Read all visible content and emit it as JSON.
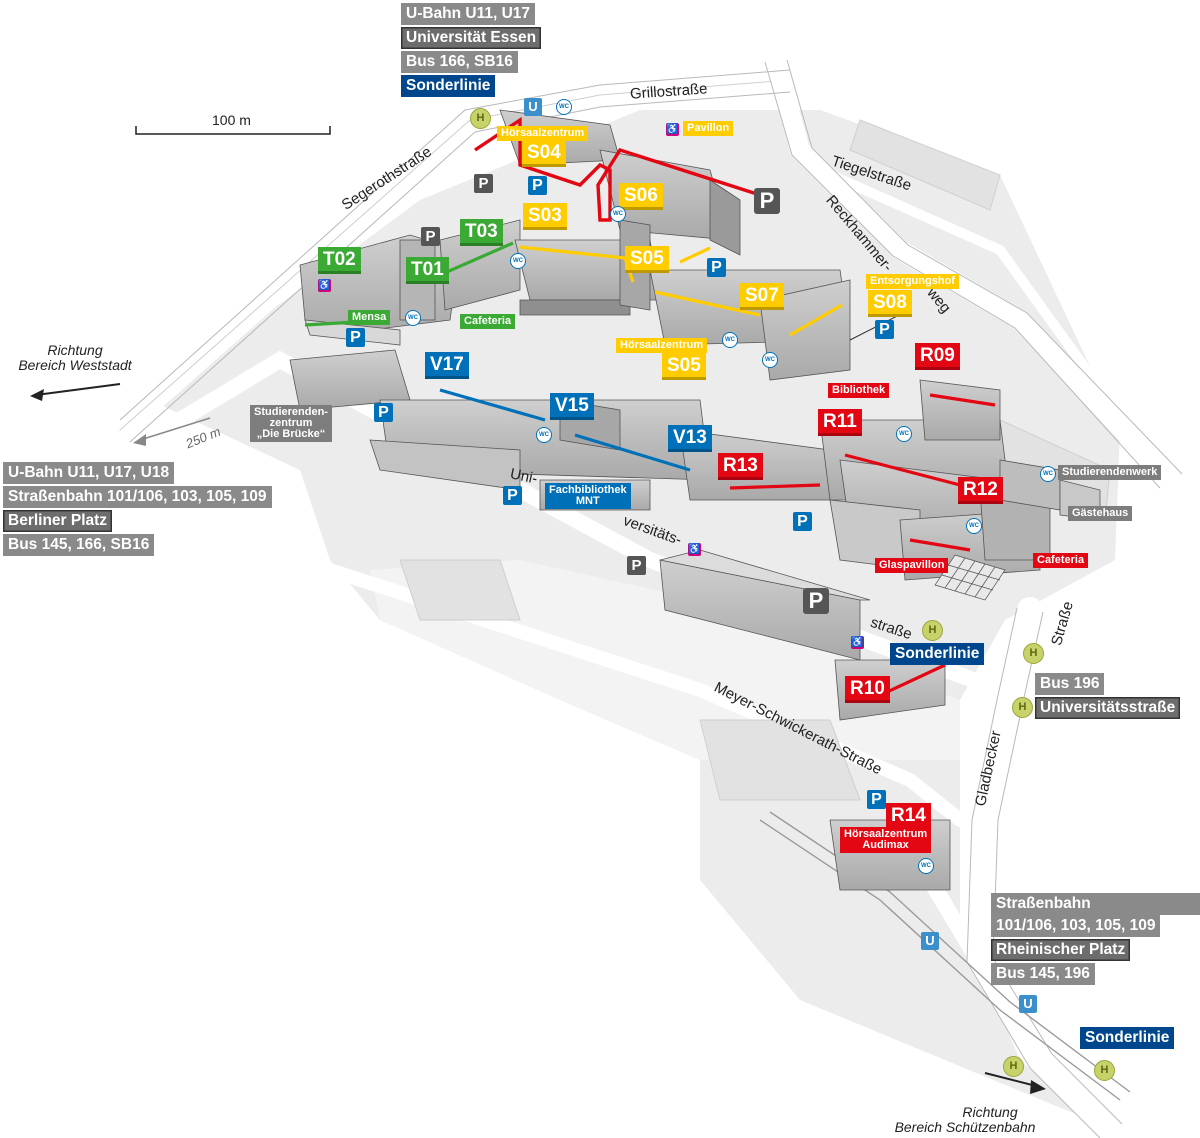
{
  "scale": {
    "label": "100 m"
  },
  "distance_label": "250 m",
  "streets": {
    "grillo": "Grillostraße",
    "segeroth": "Segerothstraße",
    "tiegel": "Tiegelstraße",
    "reckhammer": "Reckhammer-",
    "weg": "weg",
    "uni": "Uni-",
    "versitaets": "versitäts-",
    "strasse_end": "straße",
    "meyer": "Meyer-Schwickerath-Straße",
    "gladbecker": "Gladbecker",
    "strasse": "Straße"
  },
  "directions": {
    "weststadt_1": "Richtung",
    "weststadt_2": "Bereich Weststadt",
    "schuetzen_1": "Richtung",
    "schuetzen_2": "Bereich Schützenbahn"
  },
  "transit": {
    "north": {
      "line1": "U-Bahn U11, U17",
      "stop": "Universität Essen",
      "bus": "Bus 166, SB16",
      "special": "Sonderlinie"
    },
    "west": {
      "line1": "U-Bahn U11, U17, U18",
      "tram": "Straßenbahn 101/106, 103, 105, 109",
      "stop": "Berliner Platz",
      "bus": "Bus 145, 166, SB16"
    },
    "southeast": {
      "tram1": "Straßenbahn",
      "tram2": "101/106, 103, 105, 109",
      "stop": "Rheinischer Platz",
      "bus": "Bus 145, 196",
      "special": "Sonderlinie"
    },
    "east": {
      "bus": "Bus 196",
      "stop": "Universitätsstraße"
    },
    "middle_special": "Sonderlinie"
  },
  "buildings": {
    "T01": "T01",
    "T02": "T02",
    "T03": "T03",
    "S03": "S03",
    "S04": "S04",
    "S05a": "S05",
    "S05b": "S05",
    "S06": "S06",
    "S07": "S07",
    "S08": "S08",
    "V13": "V13",
    "V15": "V15",
    "V17": "V17",
    "R09": "R09",
    "R10": "R10",
    "R11": "R11",
    "R12": "R12",
    "R13": "R13",
    "R14": "R14"
  },
  "facilities": {
    "hoersaal_north": "Hörsaalzentrum",
    "pavillon": "Pavillon",
    "mensa": "Mensa",
    "cafeteria_green": "Cafeteria",
    "hoersaal_s05": "Hörsaalzentrum",
    "entsorgungshof": "Entsorgungshof",
    "bibliothek": "Bibliothek",
    "fachbib_1": "Fachbibliothek",
    "fachbib_2": "MNT",
    "glaspavillon": "Glaspavillon",
    "cafeteria_red": "Cafeteria",
    "hoersaal_audimax_1": "Hörsaalzentrum",
    "hoersaal_audimax_2": "Audimax",
    "bruecke_1": "Studierenden-",
    "bruecke_2": "zentrum",
    "bruecke_3": "„Die Brücke“",
    "studierendenwerk": "Studierendenwerk",
    "gaestehaus": "Gästehaus"
  },
  "icons": {
    "parking": "P",
    "parking_disabled": "♿",
    "wc": "WC",
    "bus_stop": "H",
    "ubahn": "U"
  },
  "colors": {
    "group_T": "#3aaa35",
    "group_S": "#ffcc00",
    "group_V": "#0071b9",
    "group_R": "#e30613",
    "route": "#e30613",
    "transit_grey": "#8a8a8a",
    "special_line": "#00468c"
  }
}
